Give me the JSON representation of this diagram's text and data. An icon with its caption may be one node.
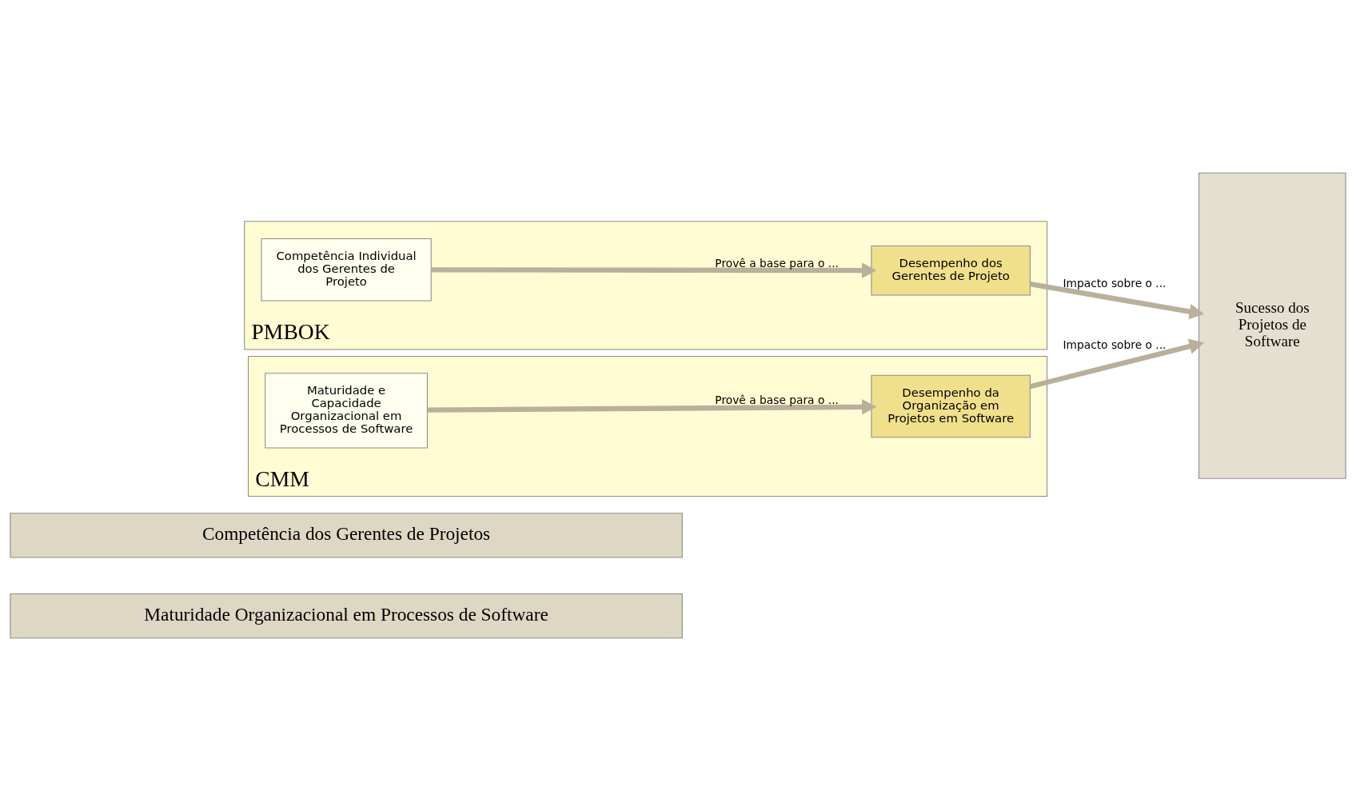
{
  "diagram": {
    "nodes": [
      {
        "text": [
          "Competência dos Gerentes de Projetos"
        ]
      },
      {
        "text": [
          "PMBOK"
        ]
      },
      {
        "text": [
          "Competência Individual dos Gerentes de Projeto"
        ],
        "in": 1
      },
      {
        "text": [
          "Desempenho dos Gerentes de Projeto"
        ],
        "in": 1
      },
      {
        "text": [
          "CMM"
        ]
      },
      {
        "text": [
          "Maturidade e Capacidade Organizacional em Processos de Software"
        ],
        "in": 4
      },
      {
        "text": [
          "Desempenho da Organização em Projetos em Software"
        ],
        "in": 4
      },
      {
        "text": [
          "Maturidade Organizacional em Processos de Software"
        ]
      },
      {
        "text": [
          "Sucesso dos Projetos de Software"
        ]
      }
    ],
    "edges": [
      {
        "from": 2,
        "to": 3,
        "arrow": "to",
        "label": "Provê a base para o ..."
      },
      {
        "from": 3,
        "to": 8,
        "arrow": "to",
        "label": "Impacto sobre o ..."
      },
      {
        "from": 5,
        "to": 6,
        "arrow": "to",
        "label": "Provê a base para o ..."
      },
      {
        "from": 6,
        "to": 8,
        "arrow": "to",
        "label": "Impacto sobre o ..."
      }
    ]
  }
}
